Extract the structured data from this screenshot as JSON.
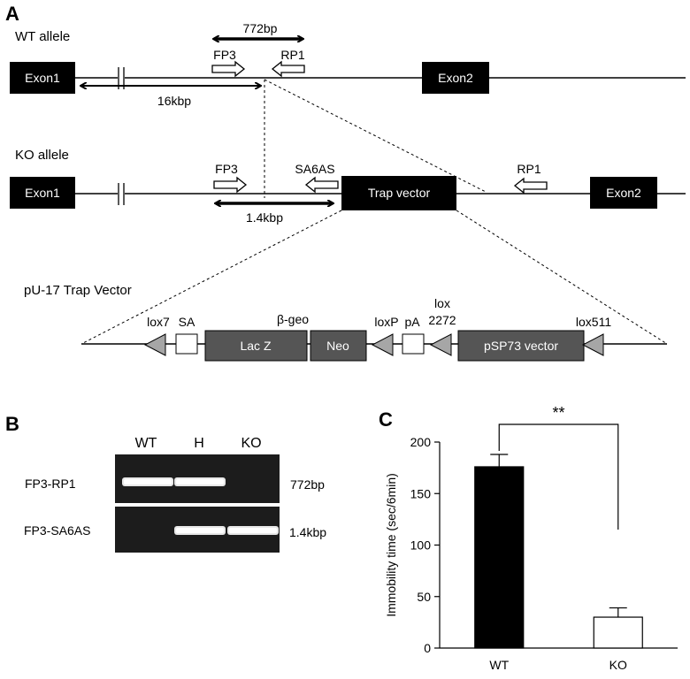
{
  "panel_a": {
    "letter": "A",
    "wt": {
      "allele_label": "WT allele",
      "exon1": "Exon1",
      "exon2": "Exon2",
      "fp3": "FP3",
      "rp1": "RP1",
      "product_label": "772bp",
      "distance_label": "16kbp"
    },
    "ko": {
      "allele_label": "KO allele",
      "exon1": "Exon1",
      "exon2": "Exon2",
      "fp3": "FP3",
      "sa6as": "SA6AS",
      "rp1": "RP1",
      "trap_vector": "Trap vector",
      "product_label": "1.4kbp"
    },
    "vector": {
      "title": "pU-17 Trap Vector",
      "lox7": "lox7",
      "sa": "SA",
      "beta_geo": "β-geo",
      "lacz": "Lac Z",
      "neo": "Neo",
      "loxp": "loxP",
      "pa": "pA",
      "lox2272_top": "lox",
      "lox2272_bottom": "2272",
      "psp73": "pSP73 vector",
      "lox511": "lox511"
    }
  },
  "panel_b": {
    "letter": "B",
    "lanes": [
      "WT",
      "H",
      "KO"
    ],
    "rows": [
      {
        "primer": "FP3-RP1",
        "size": "772bp",
        "bands": [
          1,
          1,
          0
        ]
      },
      {
        "primer": "FP3-SA6AS",
        "size": "1.4kbp",
        "bands": [
          0,
          1,
          1
        ]
      }
    ]
  },
  "panel_c": {
    "letter": "C",
    "significance": "**"
  },
  "chart_data": {
    "type": "bar",
    "categories": [
      "WT",
      "KO"
    ],
    "values": [
      176,
      30
    ],
    "errors": [
      12,
      9
    ],
    "bar_colors": [
      "#000000",
      "#ffffff"
    ],
    "ylabel": "Immobility time (sec/6min)",
    "ylim": [
      0,
      200
    ],
    "yticks": [
      0,
      50,
      100,
      150,
      200
    ],
    "grid": false
  }
}
